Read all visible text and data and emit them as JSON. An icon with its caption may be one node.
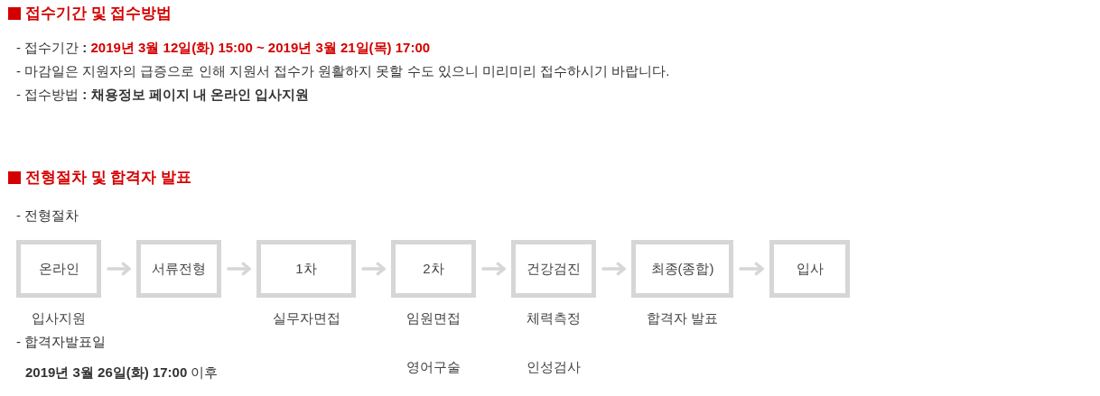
{
  "diagram": {
    "nodes": [
      {
        "text": [
          "온라인"
        ],
        "beside": [
          "입사지원"
        ]
      },
      {
        "text": [
          "서류전형"
        ]
      },
      {
        "text": [
          "1차"
        ],
        "beside": [
          "실무자면접"
        ]
      },
      {
        "text": [
          "2차"
        ],
        "beside": [
          "임원면접",
          "영어구술"
        ]
      },
      {
        "text": [
          "건강검진"
        ],
        "beside": [
          "체력측정",
          "인성검사"
        ]
      },
      {
        "text": [
          "최종(종합)"
        ],
        "beside": [
          "합격자 발표"
        ]
      },
      {
        "text": [
          "입사"
        ]
      }
    ],
    "edges": [
      {
        "from": 0,
        "to": 1,
        "arrow": "to"
      },
      {
        "from": 1,
        "to": 2,
        "arrow": "to"
      },
      {
        "from": 2,
        "to": 3,
        "arrow": "to"
      },
      {
        "from": 3,
        "to": 4,
        "arrow": "to"
      },
      {
        "from": 4,
        "to": 5,
        "arrow": "to"
      },
      {
        "from": 5,
        "to": 6,
        "arrow": "to"
      }
    ],
    "labels": [
      "접수기간 및 접수방법",
      "- 접수기간 **:** **2019년 3월 12일(화) 15:00 ~ 2019년 3월 21일(목) 17:00**",
      "- 마감일은 지원자의 급증으로 인해 지원서 접수가 원활하지 못할 수도 있으니 미리미리 접수하시기 바랍니다.",
      "- 접수방법 **: 채용정보 페이지 내 온라인 입사지원**",
      "전형절차 및 합격자 발표",
      "- 전형절차",
      "- 합격자발표일",
      "**2019년 3월 26일(화) 17:00** 이후"
    ]
  }
}
